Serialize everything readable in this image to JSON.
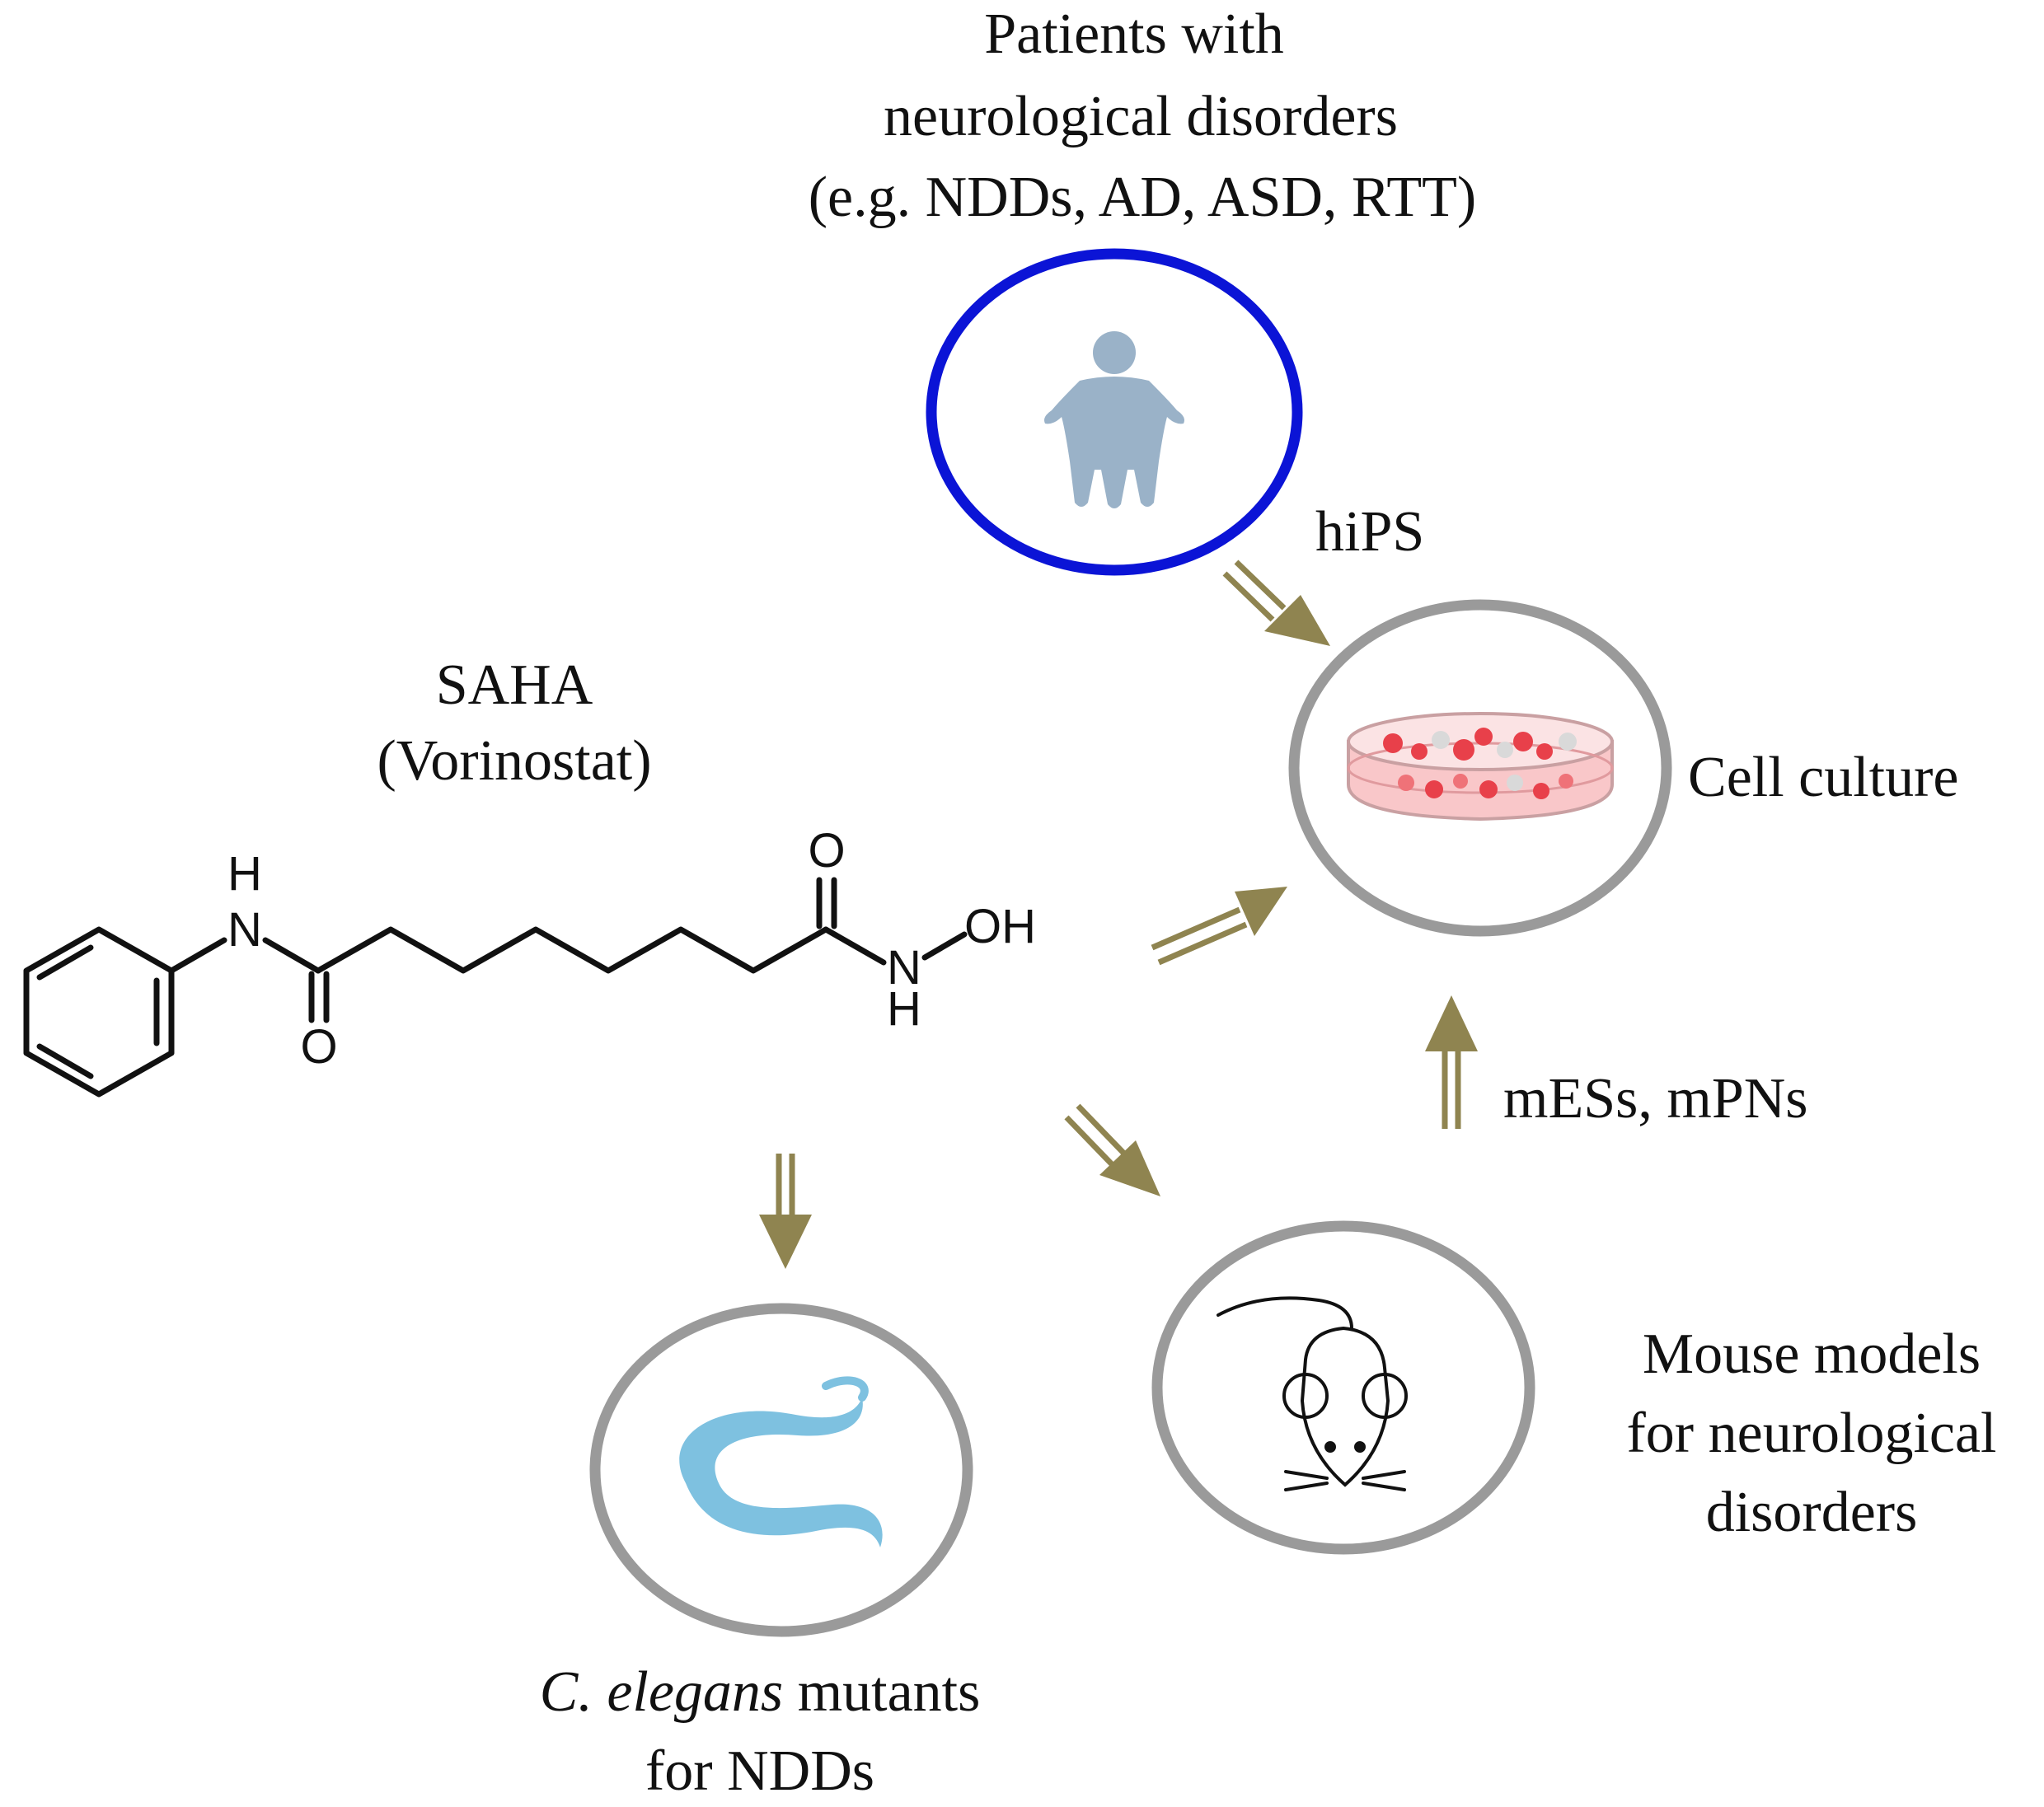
{
  "labels": {
    "patients": [
      "Patients with",
      "neurological disorders",
      "(e.g. NDDs, AD, ASD, RTT)"
    ],
    "hips": "hiPS",
    "cell_culture": "Cell culture",
    "saha": [
      "SAHA",
      "(Vorinostat)"
    ],
    "mes_mpns": "mESs, mPNs",
    "mouse": [
      "Mouse models",
      "for neurological",
      "disorders"
    ],
    "celegans_italic": "C. elegans",
    "celegans_rest": " mutants",
    "celegans_line2": "for NDDs"
  },
  "molecule": {
    "atoms": {
      "n1_h": "H",
      "n1": "N",
      "o1": "O",
      "o2": "O",
      "n2": "N",
      "n2_h": "H",
      "oh": "OH"
    }
  },
  "icons": {
    "patient": "person-icon",
    "dish": "petri-dish-icon",
    "mouse": "mouse-icon",
    "worm": "worm-icon",
    "arrows": "double-line-arrow"
  },
  "colors": {
    "patient_ring": "#0b14d6",
    "ring": "#9a9a9a",
    "arrow": "#8f8450",
    "person": "#9ab2c8",
    "worm": "#7ec1e0",
    "cells": "#e8404a"
  }
}
